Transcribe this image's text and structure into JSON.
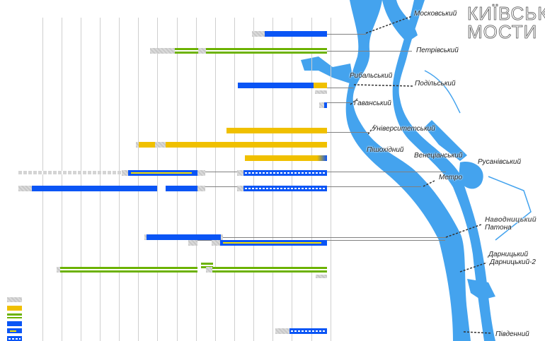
{
  "title": {
    "line1": "КИЇВСЬКІ",
    "line2": "МОСТИ"
  },
  "colors": {
    "river": "#44a3ee",
    "metro": "#0a55f5",
    "road": "#f0c000",
    "rail": "#6cb200",
    "planned": "#c8c8c8"
  },
  "bridges": [
    {
      "name": "Московський"
    },
    {
      "name": "Петрівський"
    },
    {
      "name": "Рибальський"
    },
    {
      "name": "Подільський"
    },
    {
      "name": "Гаванський"
    },
    {
      "name": "Університетський"
    },
    {
      "name": "Пішохідний"
    },
    {
      "name": "Венеціанський"
    },
    {
      "name": "Русанівський"
    },
    {
      "name": "Метро"
    },
    {
      "name": "Наводницький"
    },
    {
      "name": "Патона"
    },
    {
      "name": "Дарницький"
    },
    {
      "name": "Дарницький-2"
    },
    {
      "name": "Південний"
    }
  ]
}
